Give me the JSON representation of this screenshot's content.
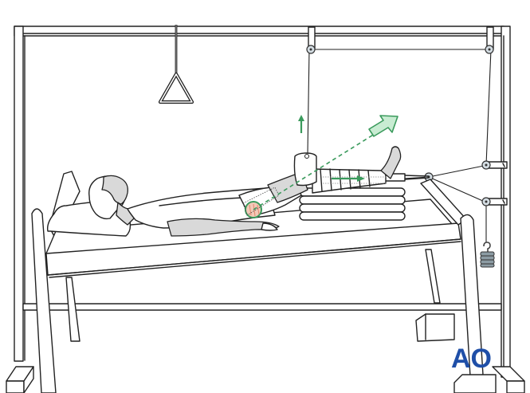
{
  "figure": {
    "title": "Patient supine in skeletal traction on bed with overhead frame",
    "logo_text": "AO",
    "components": [
      "overhead-frame",
      "trapeze-handle",
      "pulleys",
      "traction-rope",
      "traction-weight",
      "leg-splint",
      "folded-towels",
      "bed",
      "shock-blocks",
      "patient"
    ],
    "arrows": [
      {
        "name": "vertical-lift-arrow",
        "direction": "up"
      },
      {
        "name": "resultant-force-arrow",
        "direction": "up-right"
      },
      {
        "name": "longitudinal-traction-arrow",
        "direction": "right"
      }
    ]
  },
  "colors": {
    "line": "#222222",
    "patient_fill": "#d9d9d9",
    "pulley_fill": "#d4dde3",
    "weight_fill": "#8c9ba3",
    "accent_green": "#3a9a5c",
    "arrow_fill": "#c8ecd2",
    "hip_fill": "#f3c9b8",
    "logo_blue": "#1f4fa8"
  }
}
